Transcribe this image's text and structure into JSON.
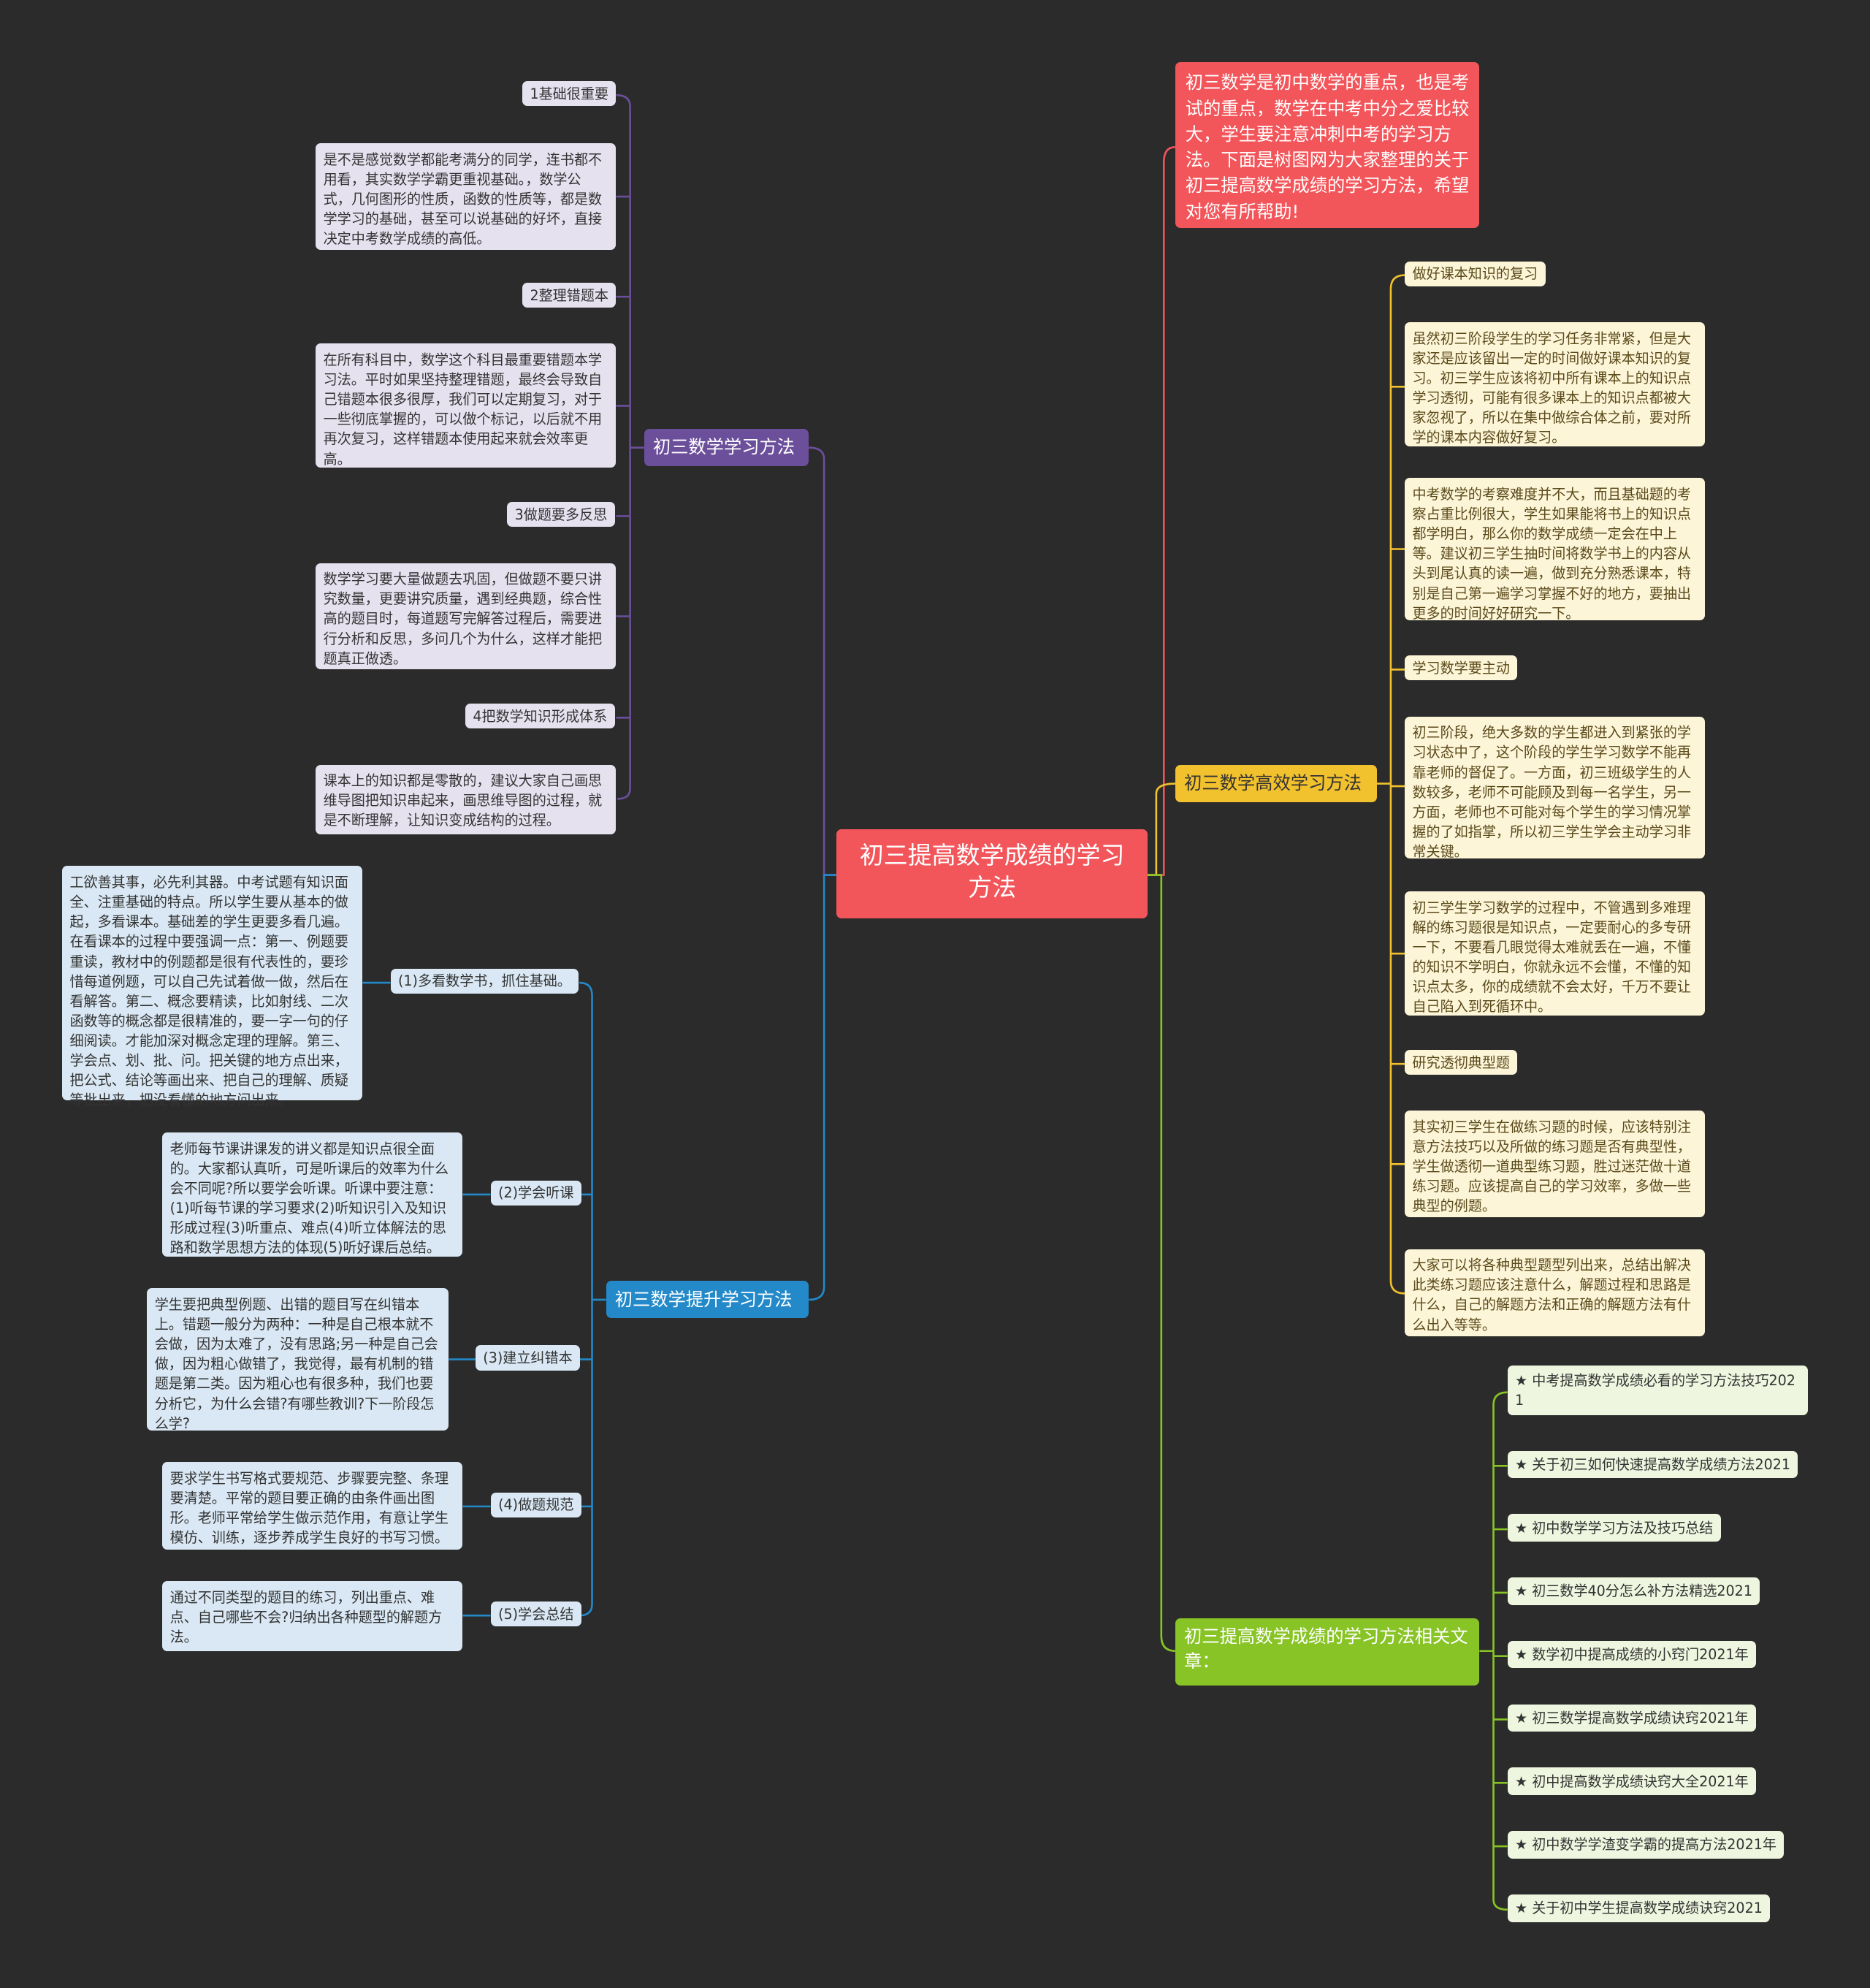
{
  "root": {
    "title": "初三提高数学成绩的学习方法"
  },
  "intro": {
    "text": "初三数学是初中数学的重点，也是考试的重点，数学在中考中分之爱比较大，学生要注意冲刺中考的学习方法。下面是树图网为大家整理的关于初三提高数学成绩的学习方法，希望对您有所帮助!"
  },
  "purple": {
    "label": "初三数学学习方法",
    "items": [
      {
        "tag": "1基础很重要",
        "text": "是不是感觉数学都能考满分的同学，连书都不用看，其实数学学霸更重视基础。，数学公式，几何图形的性质，函数的性质等，都是数学学习的基础，甚至可以说基础的好坏，直接决定中考数学成绩的高低。"
      },
      {
        "tag": "2整理错题本",
        "text": "在所有科目中，数学这个科目最重要错题本学习法。平时如果坚持整理错题，最终会导致自己错题本很多很厚，我们可以定期复习，对于一些彻底掌握的，可以做个标记，以后就不用再次复习，这样错题本使用起来就会效率更高。"
      },
      {
        "tag": "3做题要多反思",
        "text": "数学学习要大量做题去巩固，但做题不要只讲究数量，更要讲究质量，遇到经典题，综合性高的题目时，每道题写完解答过程后，需要进行分析和反思，多问几个为什么，这样才能把题真正做透。"
      },
      {
        "tag": "4把数学知识形成体系",
        "text": "课本上的知识都是零散的，建议大家自己画思维导图把知识串起来，画思维导图的过程，就是不断理解，让知识变成结构的过程。"
      }
    ]
  },
  "blue": {
    "label": "初三数学提升学习方法",
    "items": [
      {
        "tag": "(1)多看数学书，抓住基础。",
        "text": "工欲善其事，必先利其器。中考试题有知识面全、注重基础的特点。所以学生要从基本的做起，多看课本。基础差的学生更要多看几遍。在看课本的过程中要强调一点：第一、例题要重读，教材中的例题都是很有代表性的，要珍惜每道例题，可以自己先试着做一做，然后在看解答。第二、概念要精读，比如射线、二次函数等的概念都是很精准的，要一字一句的仔细阅读。才能加深对概念定理的理解。第三、学会点、划、批、问。把关键的地方点出来，把公式、结论等画出来、把自己的理解、质疑等批出来，把没看懂的地方问出来。"
      },
      {
        "tag": "(2)学会听课",
        "text": "老师每节课讲课发的讲义都是知识点很全面的。大家都认真听，可是听课后的效率为什么会不同呢?所以要学会听课。听课中要注意：(1)听每节课的学习要求(2)听知识引入及知识形成过程(3)听重点、难点(4)听立体解法的思路和数学思想方法的体现(5)听好课后总结。"
      },
      {
        "tag": "(3)建立纠错本",
        "text": "学生要把典型例题、出错的题目写在纠错本上。错题一般分为两种：一种是自己根本就不会做，因为太难了，没有思路;另一种是自己会做，因为粗心做错了，我觉得，最有机制的错题是第二类。因为粗心也有很多种，我们也要分析它，为什么会错?有哪些教训?下一阶段怎么学?"
      },
      {
        "tag": "(4)做题规范",
        "text": "要求学生书写格式要规范、步骤要完整、条理要清楚。平常的题目要正确的由条件画出图形。老师平常给学生做示范作用，有意让学生模仿、训练，逐步养成学生良好的书写习惯。"
      },
      {
        "tag": "(5)学会总结",
        "text": "通过不同类型的题目的练习，列出重点、难点、自己哪些不会?归纳出各种题型的解题方法。"
      }
    ]
  },
  "yellow": {
    "label": "初三数学高效学习方法",
    "nodes": [
      {
        "kind": "tag",
        "text": "做好课本知识的复习"
      },
      {
        "kind": "text",
        "text": "虽然初三阶段学生的学习任务非常紧，但是大家还是应该留出一定的时间做好课本知识的复习。初三学生应该将初中所有课本上的知识点学习透彻，可能有很多课本上的知识点都被大家忽视了，所以在集中做综合体之前，要对所学的课本内容做好复习。"
      },
      {
        "kind": "text",
        "text": "中考数学的考察难度并不大，而且基础题的考察占重比例很大，学生如果能将书上的知识点都学明白，那么你的数学成绩一定会在中上等。建议初三学生抽时间将数学书上的内容从头到尾认真的读一遍，做到充分熟悉课本，特别是自己第一遍学习掌握不好的地方，要抽出更多的时间好好研究一下。"
      },
      {
        "kind": "tag",
        "text": "学习数学要主动"
      },
      {
        "kind": "text",
        "text": "初三阶段，绝大多数的学生都进入到紧张的学习状态中了，这个阶段的学生学习数学不能再靠老师的督促了。一方面，初三班级学生的人数较多，老师不可能顾及到每一名学生，另一方面，老师也不可能对每个学生的学习情况掌握的了如指掌，所以初三学生学会主动学习非常关键。"
      },
      {
        "kind": "text",
        "text": "初三学生学习数学的过程中，不管遇到多难理解的练习题很是知识点，一定要耐心的多专研一下，不要看几眼觉得太难就丢在一遍，不懂的知识不学明白，你就永远不会懂，不懂的知识点太多，你的成绩就不会太好，千万不要让自己陷入到死循环中。"
      },
      {
        "kind": "tag",
        "text": "研究透彻典型题"
      },
      {
        "kind": "text",
        "text": "其实初三学生在做练习题的时候，应该特别注意方法技巧以及所做的练习题是否有典型性，学生做透彻一道典型练习题，胜过迷茫做十道练习题。应该提高自己的学习效率，多做一些典型的例题。"
      },
      {
        "kind": "text",
        "text": "大家可以将各种典型题型列出来，总结出解决此类练习题应该注意什么，解题过程和思路是什么，自己的解题方法和正确的解题方法有什么出入等等。"
      }
    ]
  },
  "green": {
    "label": "初三提高数学成绩的学习方法相关文章：",
    "links": [
      "★ 中考提高数学成绩必看的学习方法技巧2021",
      "★ 关于初三如何快速提高数学成绩方法2021",
      "★ 初中数学学习方法及技巧总结",
      "★ 初三数学40分怎么补方法精选2021",
      "★ 数学初中提高成绩的小窍门2021年",
      "★ 初三数学提高数学成绩诀窍2021年",
      "★ 初中提高数学成绩诀窍大全2021年",
      "★ 初中数学学渣变学霸的提高方法2021年",
      "★ 关于初中学生提高数学成绩诀窍2021"
    ]
  },
  "colors": {
    "background": "#2b2b2b",
    "root": "#f2555a",
    "purple": "#6b4f9b",
    "yellow": "#f2c12e",
    "blue": "#2389c9",
    "green": "#88c426"
  }
}
